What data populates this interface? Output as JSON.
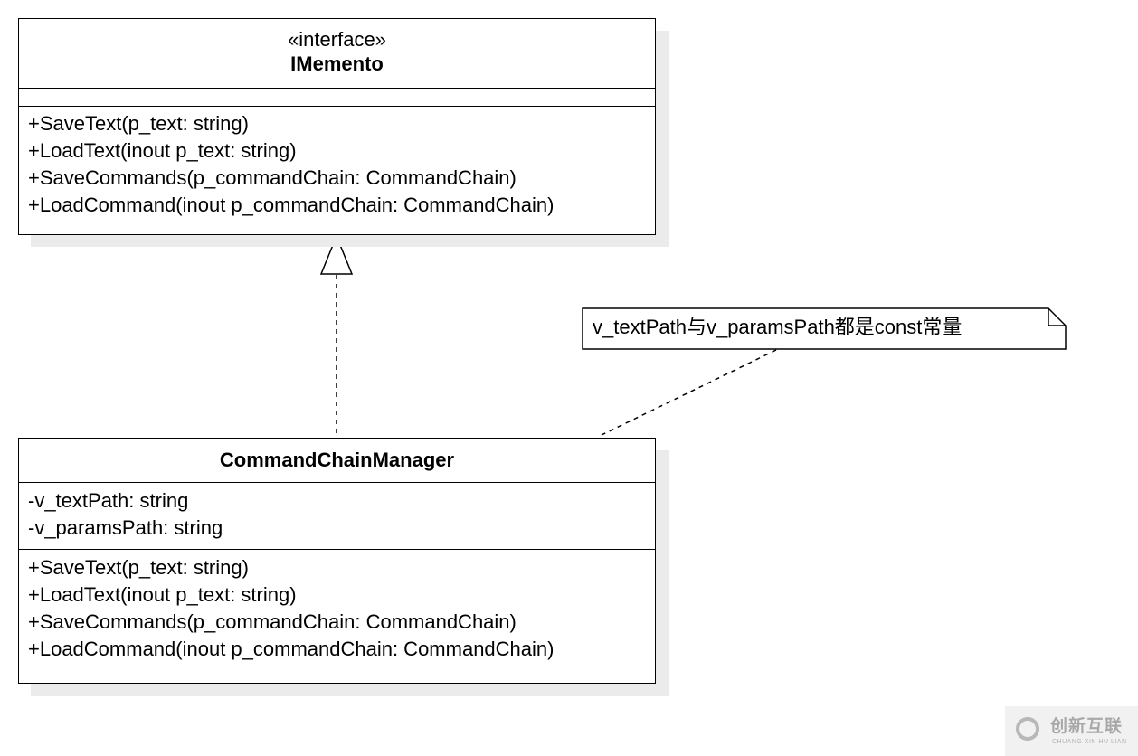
{
  "interface_class": {
    "stereotype": "«interface»",
    "name": "IMemento",
    "methods": [
      "+SaveText(p_text: string)",
      "+LoadText(inout p_text: string)",
      "+SaveCommands(p_commandChain: CommandChain)",
      "+LoadCommand(inout p_commandChain: CommandChain)"
    ]
  },
  "impl_class": {
    "name": "CommandChainManager",
    "attributes": [
      "-v_textPath: string",
      "-v_paramsPath: string"
    ],
    "methods": [
      "+SaveText(p_text: string)",
      "+LoadText(inout p_text: string)",
      "+SaveCommands(p_commandChain: CommandChain)",
      "+LoadCommand(inout p_commandChain: CommandChain)"
    ]
  },
  "note": {
    "text": "v_textPath与v_paramsPath都是const常量"
  },
  "watermark": {
    "main": "创新互联",
    "sub": "CHUANG XIN HU LIAN"
  },
  "colors": {
    "line": "#000000",
    "shadow": "#ebebeb",
    "background": "#ffffff"
  }
}
